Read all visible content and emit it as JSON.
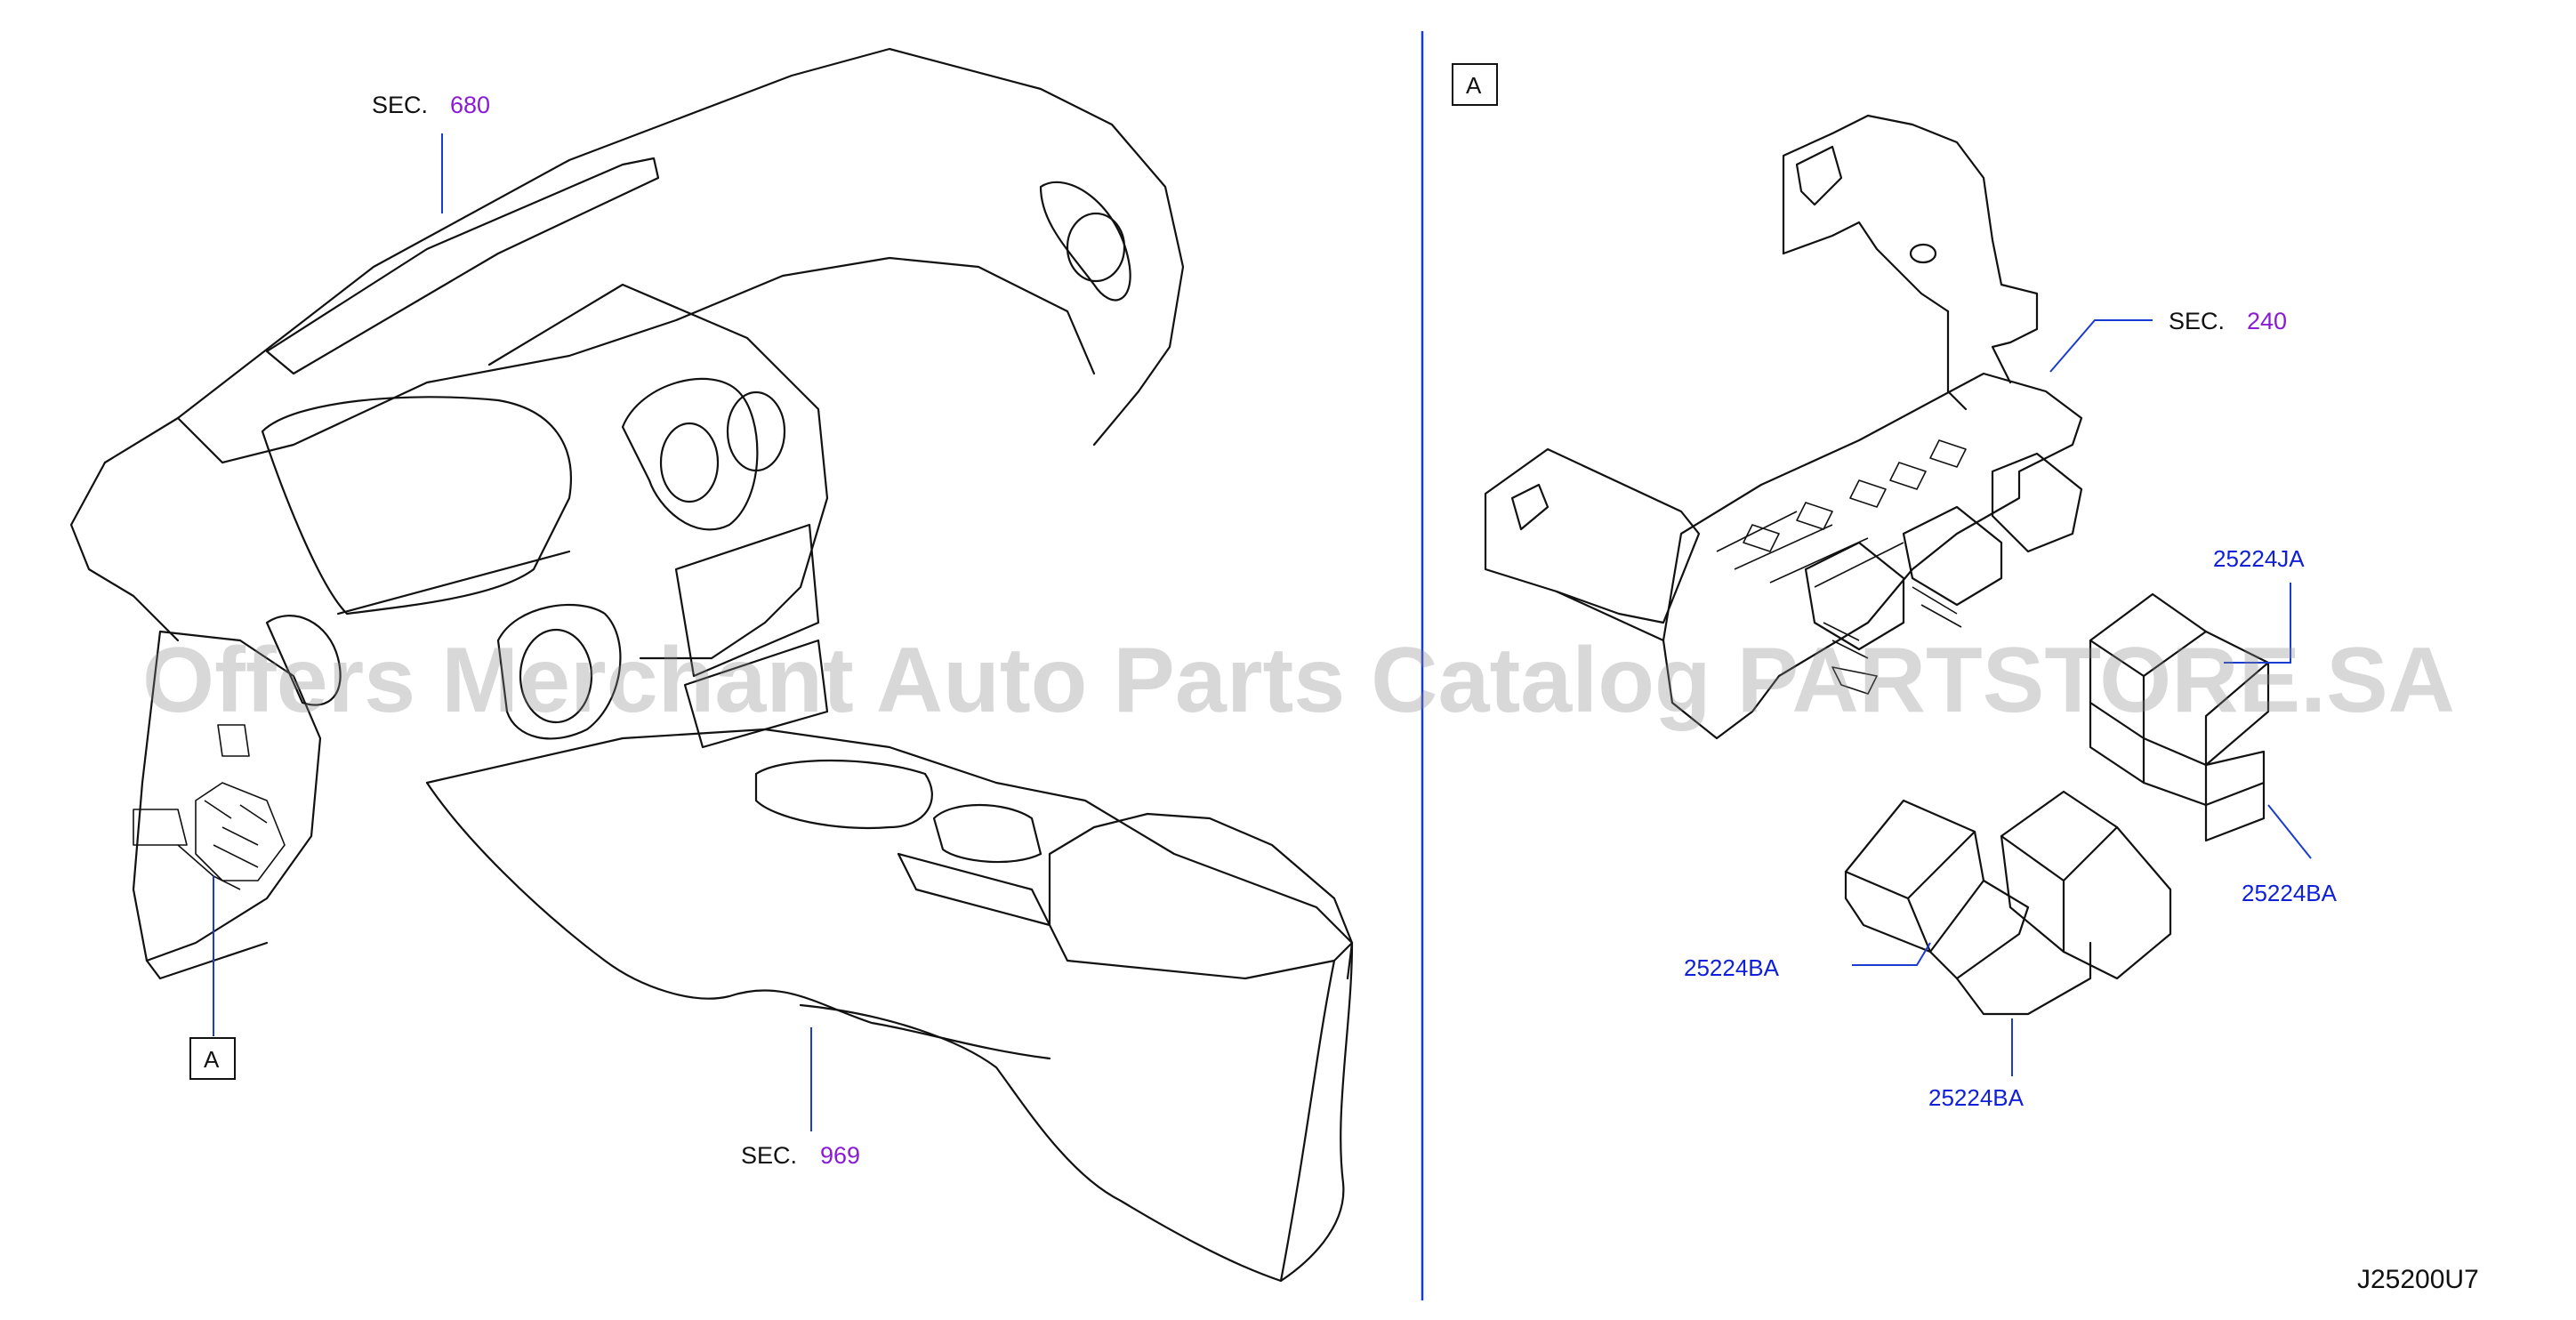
{
  "labels": {
    "sec_680_prefix": "SEC.",
    "sec_680_num": "680",
    "sec_969_prefix": "SEC.",
    "sec_969_num": "969",
    "sec_240_prefix": "SEC.",
    "sec_240_num": "240",
    "callout_left": "A",
    "callout_right": "A",
    "part_25224ja": "25224JA",
    "part_25224ba_right": "25224BA",
    "part_25224ba_left": "25224BA",
    "part_25224ba_bottom": "25224BA",
    "diagram_code": "J25200U7"
  },
  "watermark": "Offers Merchant Auto Parts Catalog PARTSTORE.SA",
  "colors": {
    "line": "#111111",
    "leader": "#1a3bd0",
    "part_label": "#1020d8",
    "section_number": "#8a1ad6"
  }
}
